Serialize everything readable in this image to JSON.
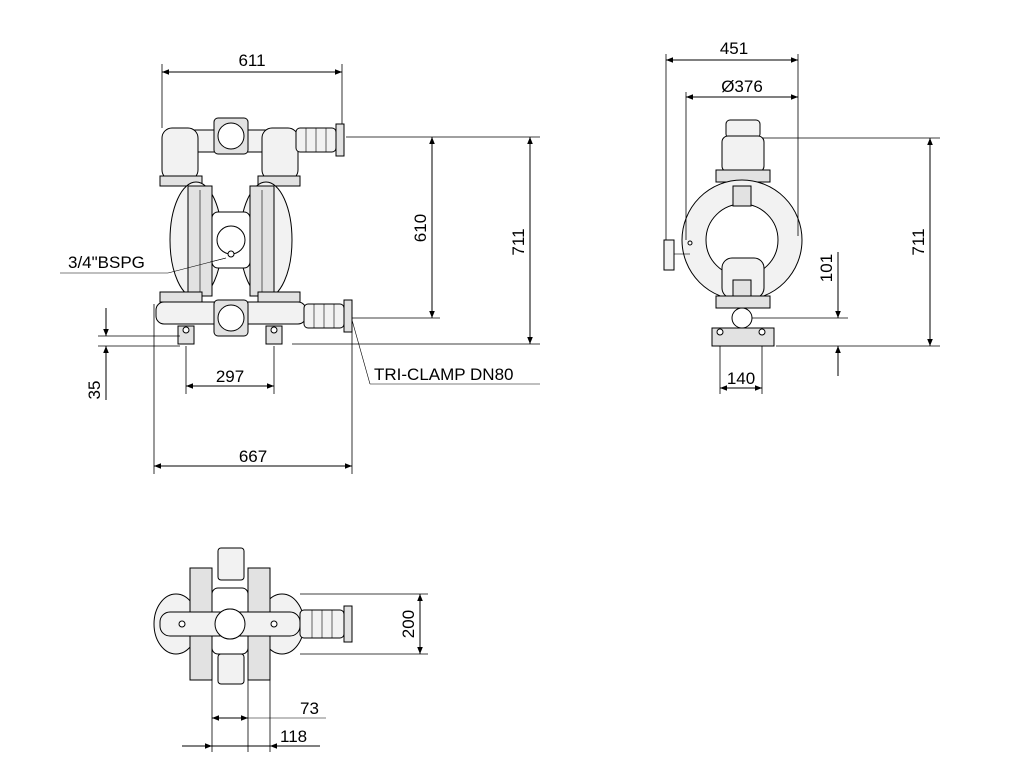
{
  "dimensions": {
    "front_width_top": "611",
    "front_height_inner": "610",
    "front_height_total": "711",
    "thread_label": "3/4\"BSPG",
    "foot_height": "35",
    "foot_spacing": "297",
    "clamp_label": "TRI-CLAMP DN80",
    "front_width_total": "667",
    "side_width": "451",
    "side_diameter": "Ø376",
    "side_height_total": "711",
    "side_offset": "101",
    "side_base": "140",
    "top_height": "200",
    "top_small": "73",
    "top_large": "118"
  }
}
